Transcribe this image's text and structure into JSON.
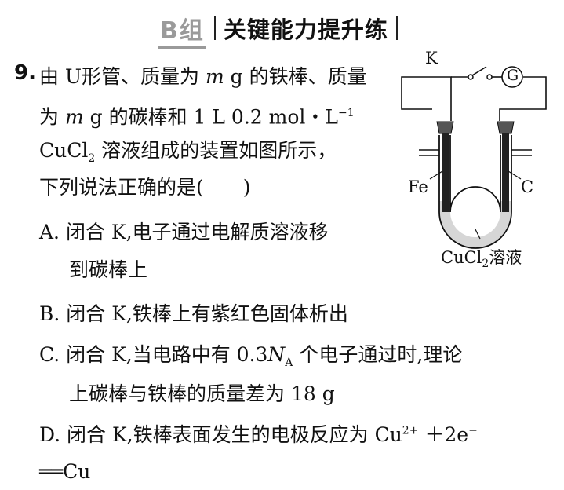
{
  "header": {
    "group": "B组",
    "title": "关键能力提升练"
  },
  "question": {
    "number": "9.",
    "stem_lines": [
      [
        "由 U形管、质量为 ",
        "m",
        " g 的铁棒、质量"
      ],
      [
        "为 ",
        "m",
        " g 的碳棒和 1 L 0.2 mol・L",
        "−1"
      ],
      [
        "CuCl",
        "2",
        " 溶液组成的装置如图所示，"
      ],
      [
        "下列说法正确的是(　　)"
      ]
    ],
    "options": {
      "A": [
        "A. 闭合 K,电子通过电解质溶液移",
        "到碳棒上"
      ],
      "B": [
        "B. 闭合 K,铁棒上有紫红色固体析出"
      ],
      "C": {
        "pre": "C. 闭合 K,当电路中有 0.3",
        "var": "N",
        "sub": "A",
        "post": " 个电子通过时,理论",
        "line2": "上碳棒与铁棒的质量差为 18 g"
      },
      "D": {
        "pre": "D. 闭合 K,铁棒表面发生的电极反应为 Cu",
        "sup": "2+",
        "mid": " ＋2e",
        "sup2": "−",
        "line2": "══Cu"
      }
    }
  },
  "figure": {
    "switch_label": "K",
    "galvanometer_label": "G",
    "left_electrode": "Fe",
    "right_electrode": "C",
    "solution_label_base": "CuCl",
    "solution_label_sub": "2",
    "solution_label_tail": "溶液"
  }
}
